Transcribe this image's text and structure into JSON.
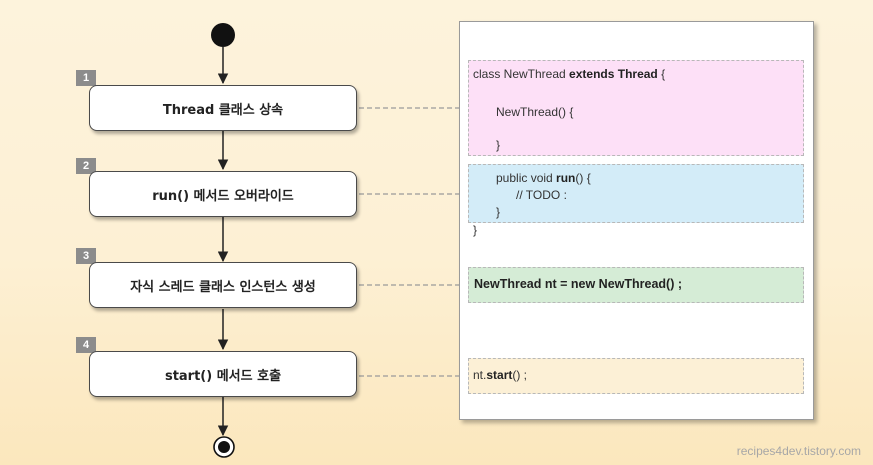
{
  "colors": {
    "background": "#fdf0d4",
    "region_pink": "#fde0f7",
    "region_blue": "#d3ecf8",
    "region_green": "#d5ecd6",
    "region_yellow": "#fcf0d6"
  },
  "steps": [
    {
      "number": "1",
      "label": "Thread 클래스 상속"
    },
    {
      "number": "2",
      "label": "run() 메서드 오버라이드"
    },
    {
      "number": "3",
      "label": "자식 스레드 클래스 인스턴스 생성"
    },
    {
      "number": "4",
      "label": "start() 메서드 호출"
    }
  ],
  "code": {
    "class_decl_pre": "class NewThread ",
    "class_decl_kw": "extends Thread",
    "class_decl_post": " {",
    "constructor": "NewThread() {",
    "constructor_close": "}",
    "run_pre": "public void ",
    "run_kw": "run",
    "run_post": "() {",
    "todo_comment": "// TODO :",
    "run_close": "}",
    "class_close": "}",
    "instance_line": "NewThread nt = new NewThread() ;",
    "start_pre": "nt.",
    "start_kw": "start",
    "start_post": "() ;"
  },
  "watermark": "recipes4dev.tistory.com"
}
